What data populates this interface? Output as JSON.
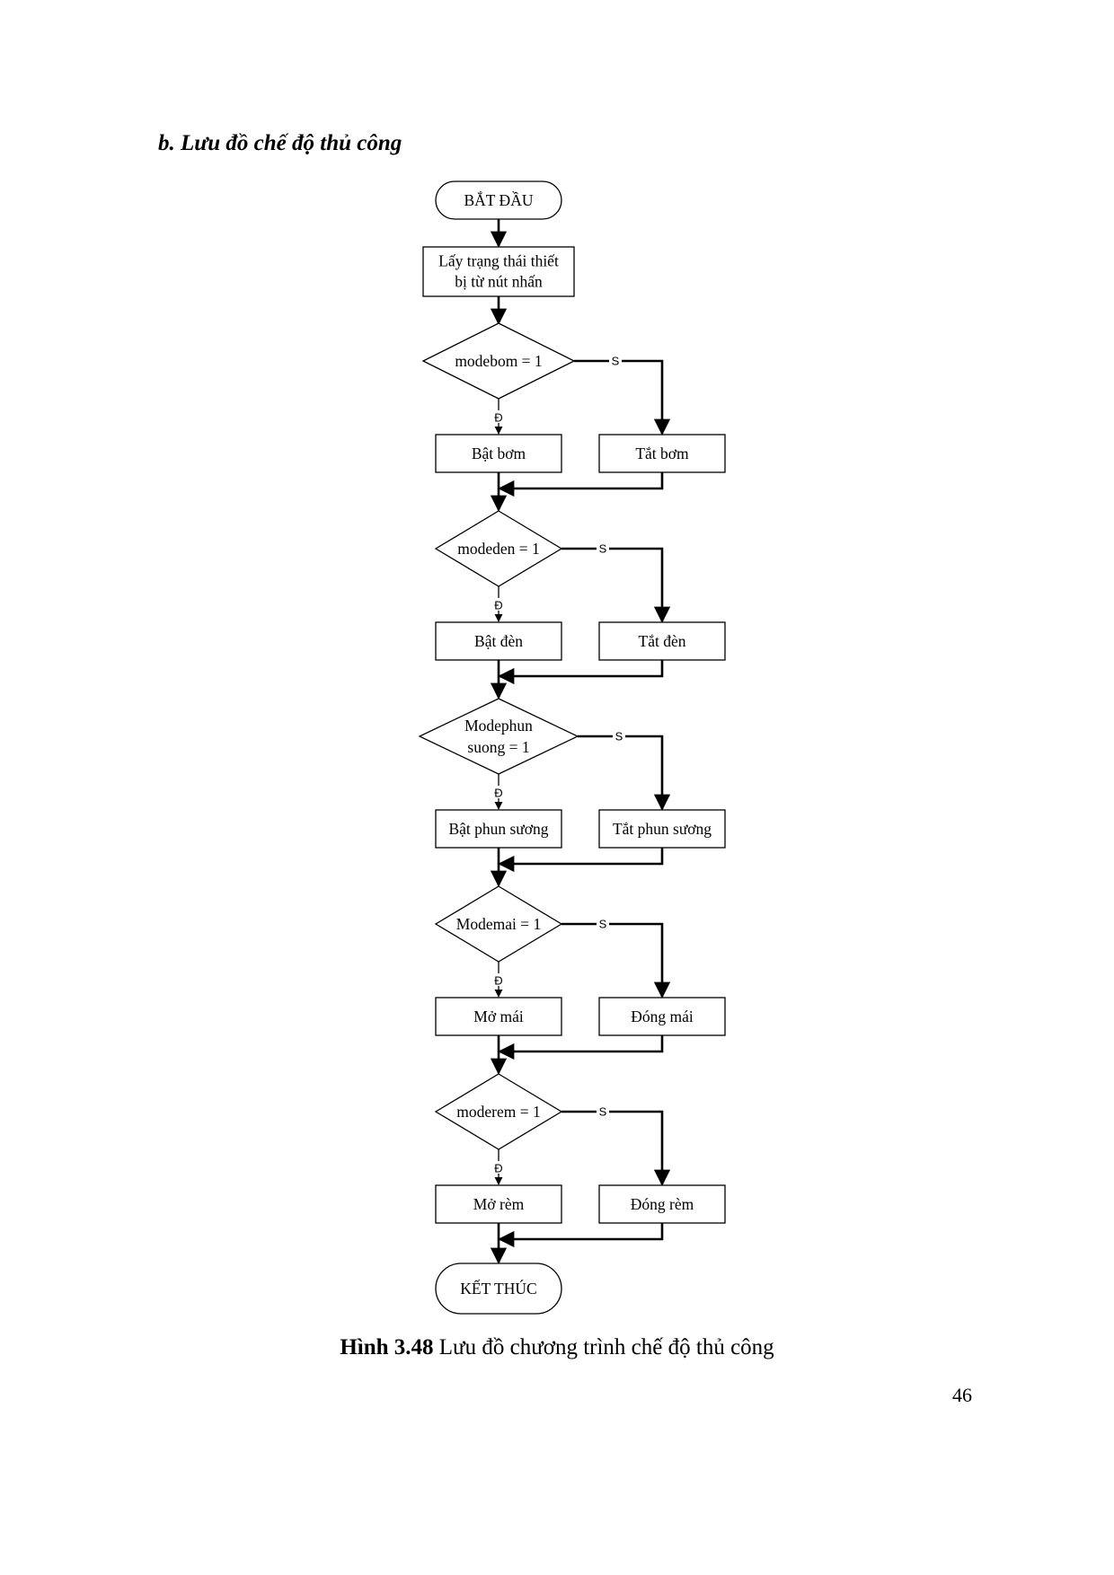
{
  "section_heading": "b. Lưu đồ chế độ thủ công",
  "flowchart": {
    "start": "BẮT ĐẦU",
    "read_step": [
      "Lấy trạng thái thiết",
      "bị từ nút nhấn"
    ],
    "yes_label": "Đ",
    "no_label": "S",
    "decisions": [
      {
        "condition": [
          "modebom = 1"
        ],
        "yes_action": "Bật bơm",
        "no_action": "Tắt bơm"
      },
      {
        "condition": [
          "modeden = 1"
        ],
        "yes_action": "Bật đèn",
        "no_action": "Tắt đèn"
      },
      {
        "condition": [
          "Modephun",
          "suong = 1"
        ],
        "yes_action": "Bật phun sương",
        "no_action": "Tắt phun sương"
      },
      {
        "condition": [
          "Modemai = 1"
        ],
        "yes_action": "Mở mái",
        "no_action": "Đóng mái"
      },
      {
        "condition": [
          "moderem = 1"
        ],
        "yes_action": "Mở rèm",
        "no_action": "Đóng rèm"
      }
    ],
    "end": "KẾT THÚC"
  },
  "caption": {
    "number": "Hình 3.48",
    "text": "Lưu đồ chương trình chế độ thủ công"
  },
  "page_number": "46"
}
